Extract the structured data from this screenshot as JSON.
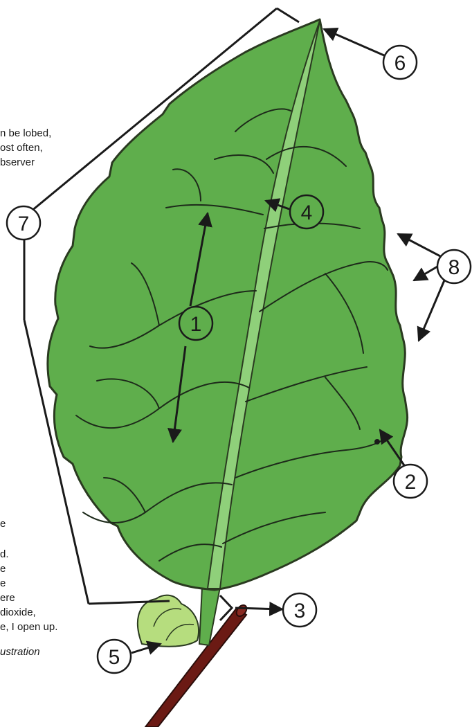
{
  "callouts": [
    {
      "id": "1",
      "label": "1"
    },
    {
      "id": "2",
      "label": "2"
    },
    {
      "id": "3",
      "label": "3"
    },
    {
      "id": "4",
      "label": "4"
    },
    {
      "id": "5",
      "label": "5"
    },
    {
      "id": "6",
      "label": "6"
    },
    {
      "id": "7",
      "label": "7"
    },
    {
      "id": "8",
      "label": "8"
    }
  ],
  "text_fragments": {
    "upper": [
      "n be lobed,",
      "ost often,",
      "bserver"
    ],
    "lower": [
      "e",
      "d.",
      "e",
      "e",
      "ere",
      "dioxide,",
      "e, I open up."
    ],
    "credit": "ustration"
  },
  "colors": {
    "leaf": "#5fae4c",
    "leaf_edge": "#2a3a20",
    "midrib": "#8fd07a",
    "vein": "#1d2a1a",
    "stem": "#6b1a14",
    "bud": "#b6dd7e",
    "ink": "#1a1a1a"
  }
}
